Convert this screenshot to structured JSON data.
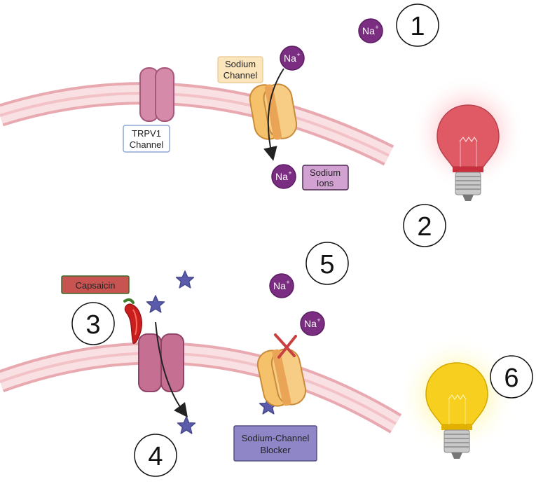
{
  "numbers": {
    "n1": "1",
    "n2": "2",
    "n3": "3",
    "n4": "4",
    "n5": "5",
    "n6": "6"
  },
  "labels": {
    "sodium_channel_line1": "Sodium",
    "sodium_channel_line2": "Channel",
    "trpv1_line1": "TRPV1",
    "trpv1_line2": "Channel",
    "sodium_ions_line1": "Sodium",
    "sodium_ions_line2": "Ions",
    "capsaicin": "Capsaicin",
    "blocker_line1": "Sodium-Channel",
    "blocker_line2": "Blocker"
  },
  "ion": {
    "symbol": "Na",
    "charge": "+"
  },
  "colors": {
    "membrane": "#f4cfd2",
    "membrane_edge": "#e4a3aa",
    "trpv1": "#d07fa0",
    "sodium_channel": "#f5c26b",
    "ion": "#7b2d82",
    "star": "#5a5cab",
    "bulb_red": "#e05a66",
    "bulb_yellow": "#f7cf1e",
    "capsaicin_box": "#c75450",
    "blocker_box": "#8f86c8",
    "sodium_ions_box": "#d2a3d2",
    "sodium_channel_box": "#fbe5bd",
    "trpv1_box": "#ffffff"
  },
  "icons": [
    "na-ion-icon",
    "star-molecule-icon",
    "chili-pepper-icon",
    "light-bulb-icon",
    "x-mark-icon",
    "arrow-icon"
  ]
}
